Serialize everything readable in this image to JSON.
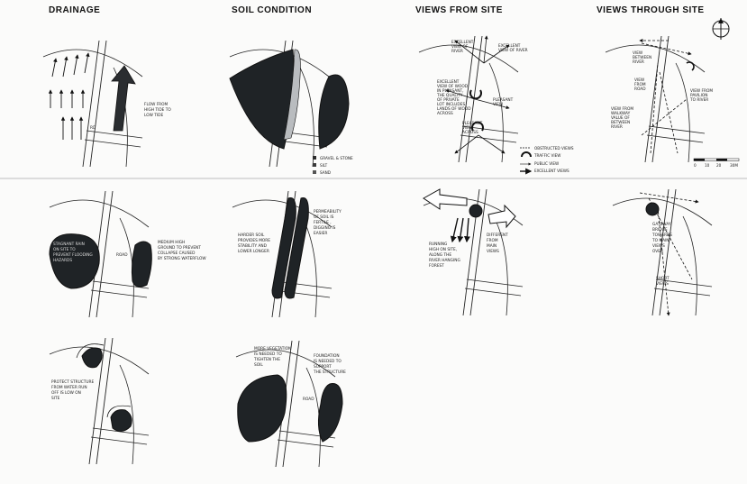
{
  "headers": {
    "drainage": "DRAINAGE",
    "soil": "SOIL CONDITION",
    "views_from": "VIEWS FROM SITE",
    "views_through": "VIEWS THROUGH SITE"
  },
  "notes": {
    "drain1_flow": [
      "FLOW FROM",
      "HIGH TIDE TO",
      "LOW TIDE"
    ],
    "drain2_left": [
      "STAGNANT RAIN",
      "ON SITE TO",
      "PREVENT FLOODING",
      "HAZARDS"
    ],
    "drain2_right": [
      "MEDIUM HIGH",
      "GROUND TO PREVENT",
      "COLLAPSE CAUSED",
      "BY STRONG WATERFLOW"
    ],
    "drain3": [
      "PROTECT STRUCTURE",
      "FROM WATER RUN",
      "OFF IS LOW ON",
      "SITE"
    ],
    "soil2_left": [
      "HARDER SOIL",
      "PROVIDES MORE",
      "STABILITY AND",
      "LOWER LONGER"
    ],
    "soil2_right": [
      "PERMEABILITY",
      "OF SOIL IS",
      "FERTILE ,",
      "DIGGING IS",
      "EASIER"
    ],
    "soil3_left": [
      "MORE VEGETATION",
      "IS NEEDED TO",
      "TIGHTEN THE",
      "SOIL"
    ],
    "soil3_right": [
      "FOUNDATION",
      "IS NEEDED TO",
      "SUPPORT",
      "THE STRUCTURE"
    ],
    "vf1_top_left": [
      "EXCELLENT",
      "VIEW OF",
      "RIVER"
    ],
    "vf1_top_right": [
      "EXCELLENT",
      "VIEW OF RIVER"
    ],
    "vf1_mid_left": [
      "EXCELLENT",
      "VIEW OF WOOD",
      "IN PLEASANT,",
      "THE QUALITY",
      "OF PRIVATE",
      "LOT INCLUDES",
      "LANDS OF WOOD",
      "ACROSS"
    ],
    "vf1_mid_right": [
      "PLEASANT",
      "VIEW"
    ],
    "vf1_lower_left": [
      "PLEASANT",
      "VIEW",
      "ACROSS"
    ],
    "vf2_left": [
      "RUNNING",
      "HIGH ON SITE,",
      "ALONG THE",
      "RIVER HANGING",
      "FOREST"
    ],
    "vf2_right": [
      "DIFFERENT",
      "FROM",
      "MAIN",
      "VIEWS"
    ],
    "vt1_top": [
      "VIEW",
      "BETWEEN",
      "RIVER"
    ],
    "vt1_right": [
      "VIEW FROM",
      "PAVILION",
      "TO RIVER"
    ],
    "vt1_left": [
      "VIEW FROM",
      "WALKWAY",
      "VALUE OF",
      "BETWEEN",
      "RIVER"
    ],
    "vt1_mid": [
      "VIEW",
      "FROM",
      "ROAD"
    ],
    "vt2_mid": [
      "GATEWAY",
      "BRIDGE",
      "TOWARDS",
      "TO MAIN",
      "VIEWS",
      "OVER"
    ],
    "vt2_low": [
      "SHORT",
      "VIEWS"
    ],
    "road_label": "ROAD",
    "site_tag": "RD"
  },
  "soil_legend": [
    {
      "label": "GRAVEL & STONE",
      "swatch": "#2b2b2b"
    },
    {
      "label": "SILT",
      "swatch": "#3a3a3a"
    },
    {
      "label": "SAND",
      "swatch": "#555555"
    }
  ],
  "views_legend": [
    {
      "label": "OBSTRUCTED VIEWS",
      "icon": "dashed-arc-icon"
    },
    {
      "label": "TRAFFIC VIEW",
      "icon": "curved-arrow-icon"
    },
    {
      "label": "PUBLIC VIEW",
      "icon": "thin-arrow-icon"
    },
    {
      "label": "EXCELLENT VIEWS",
      "icon": "solid-arrow-icon"
    }
  ],
  "scale_bar": {
    "ticks": [
      "0",
      "10",
      "20",
      "30M"
    ]
  },
  "colors": {
    "ink": "#111111",
    "fill_dark": "#1f2326",
    "paper": "#fbfbfa",
    "road": "#bfbfbf"
  }
}
